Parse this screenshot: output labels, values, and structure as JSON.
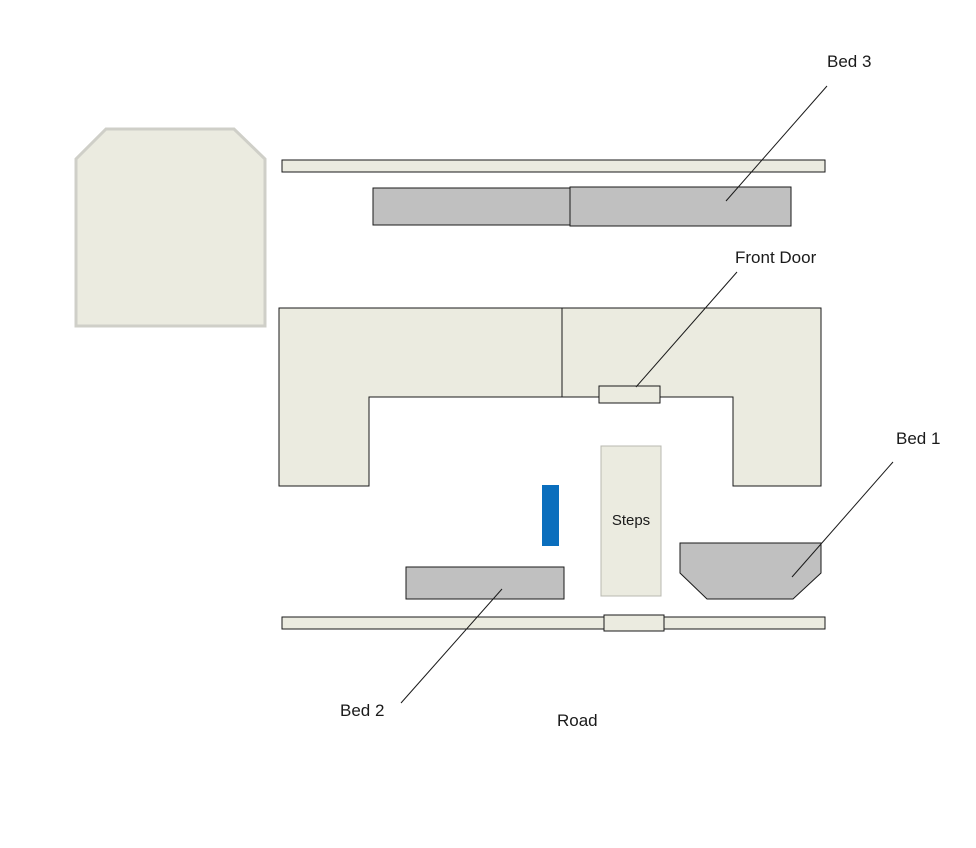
{
  "labels": {
    "bed_3": "Bed 3",
    "front_door": "Front Door",
    "bed_1": "Bed 1",
    "steps": "Steps",
    "bed_2": "Bed 2",
    "road": "Road"
  },
  "colors": {
    "background": "#ffffff",
    "structure_fill": "#ebebe0",
    "bed_fill": "#c0c0c0",
    "outline": "#1a1a1a",
    "shed_outline": "#cfcfc8",
    "steps_outline": "#b8b8b0",
    "blue_marker": "#0a6ebd"
  }
}
